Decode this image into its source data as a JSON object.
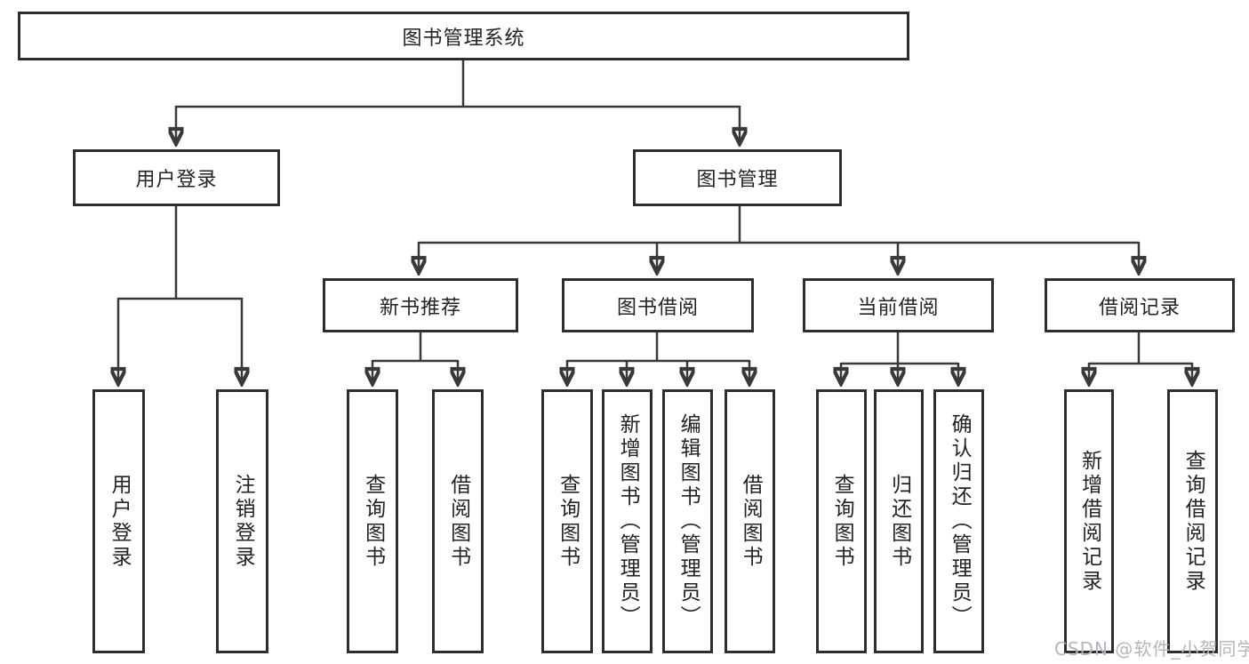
{
  "diagram": {
    "title_node": "图书管理系统",
    "root": {
      "label": "图书管理系统"
    },
    "branches": [
      {
        "label": "用户登录",
        "leaves": [
          {
            "label": "用户登录"
          },
          {
            "label": "注销登录"
          }
        ]
      },
      {
        "label": "图书管理",
        "groups": [
          {
            "label": "新书推荐",
            "leaves": [
              {
                "label": "查询图书"
              },
              {
                "label": "借阅图书"
              }
            ]
          },
          {
            "label": "图书借阅",
            "leaves": [
              {
                "label": "查询图书"
              },
              {
                "label": "新增图书（管理员）"
              },
              {
                "label": "编辑图书（管理员）"
              },
              {
                "label": "借阅图书"
              }
            ]
          },
          {
            "label": "当前借阅",
            "leaves": [
              {
                "label": "查询图书"
              },
              {
                "label": "归还图书"
              },
              {
                "label": "确认归还（管理员）"
              }
            ]
          },
          {
            "label": "借阅记录",
            "leaves": [
              {
                "label": "新增借阅记录"
              },
              {
                "label": "查询借阅记录"
              }
            ]
          }
        ]
      }
    ]
  },
  "watermark": {
    "text": "CSDN @软件_小贺同学"
  },
  "colors": {
    "line": "#39393b",
    "box_border": "#2e2e30",
    "text": "#232326",
    "background": "#ffffff",
    "watermark": "#b5b5bc"
  }
}
